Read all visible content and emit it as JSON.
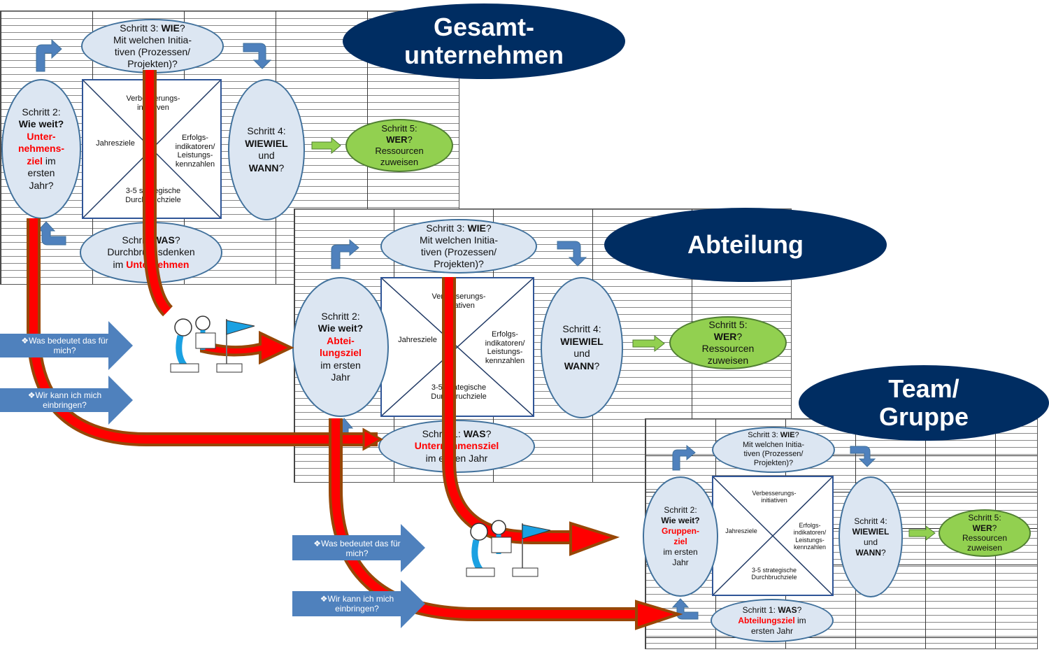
{
  "levels": [
    {
      "title_line1": "Gesamt-",
      "title_line2": "unternehmen",
      "step1": {
        "prefix": "Schritt",
        "key": "WAS",
        "suffix": "?",
        "line2": "Durchbruchsdenken",
        "line3_pre": "im ",
        "line3_red": "Unternehmen"
      },
      "step2": {
        "line1": "Schritt 2:",
        "line2": "Wie weit?",
        "red1": "Unter-",
        "red2": "nehmens-",
        "red3": "ziel",
        "after_red": " im",
        "line5": "ersten",
        "line6": "Jahr?"
      },
      "step3": {
        "line1_pre": "Schritt 3: ",
        "line1_b": "WIE",
        "line1_post": "?",
        "line2": "Mit welchen Initia-",
        "line3": "tiven (Prozessen/",
        "line4": "Projekten)?"
      },
      "step4": {
        "line1": "Schritt 4:",
        "line2": "WIEWIEL",
        "line3": "und",
        "line4_b": "WANN",
        "line4_post": "?"
      },
      "step5": {
        "line1": "Schritt 5:",
        "line2_b": "WER",
        "line2_post": "?",
        "line3": "Ressourcen",
        "line4": "zuweisen"
      },
      "matrix": {
        "top": "Verbesserungs-initiativen",
        "left": "Jahresziele",
        "right": "Erfolgs-indikatoren/ Leistungs-kennzahlen",
        "bottom": "3-5 strategische Durchbruchziele"
      }
    },
    {
      "title_line1": "Abteilung",
      "step1": {
        "prefix": "Schritt 1: ",
        "key": "WAS",
        "suffix": "?",
        "red": "Unternehmensziel",
        "line3": "im ersten Jahr"
      },
      "step2": {
        "line1": "Schritt 2:",
        "line2": "Wie weit?",
        "red1": "Abtei-",
        "red2": "lungsziel",
        "line5": "im ersten",
        "line6": "Jahr"
      },
      "step3": {
        "line1_pre": "Schritt 3: ",
        "line1_b": "WIE",
        "line1_post": "?",
        "line2": "Mit welchen Initia-",
        "line3": "tiven (Prozessen/",
        "line4": "Projekten)?"
      },
      "step4": {
        "line1": "Schritt 4:",
        "line2": "WIEWIEL",
        "line3": "und",
        "line4_b": "WANN",
        "line4_post": "?"
      },
      "step5": {
        "line1": "Schritt 5:",
        "line2_b": "WER",
        "line2_post": "?",
        "line3": "Ressourcen",
        "line4": "zuweisen"
      },
      "matrix": {
        "top": "Verbesserungs-initiativen",
        "left": "Jahresziele",
        "right": "Erfolgs-indikatoren/ Leistungs-kennzahlen",
        "bottom": "3-5 strategische Durchbruchziele"
      }
    },
    {
      "title_line1": "Team/",
      "title_line2": "Gruppe",
      "step1": {
        "prefix": "Schritt 1: ",
        "key": "WAS",
        "suffix": "?",
        "red": "Abteilungsziel",
        "after_red": " im",
        "line3": "ersten Jahr"
      },
      "step2": {
        "line1": "Schritt 2:",
        "line2": "Wie weit?",
        "red1": "Gruppen-",
        "red2": "ziel",
        "line5": "im ersten",
        "line6": "Jahr"
      },
      "step3": {
        "line1_pre": "Schritt 3: ",
        "line1_b": "WIE",
        "line1_post": "?",
        "line2": "Mit welchen Initia-",
        "line3": "tiven (Prozessen/",
        "line4": "Projekten)?"
      },
      "step4": {
        "line1": "Schritt 4:",
        "line2": "WIEWIEL",
        "line3": "und",
        "line4_b": "WANN",
        "line4_post": "?"
      },
      "step5": {
        "line1": "Schritt 5:",
        "line2_b": "WER",
        "line2_post": "?",
        "line3": "Ressourcen",
        "line4": "zuweisen"
      },
      "matrix": {
        "top": "Verbesserungs-initiativen",
        "left": "Jahresziele",
        "right": "Erfolgs-indikatoren/ Leistungs-kennzahlen",
        "bottom": "3-5 strategische Durchbruchziele"
      }
    }
  ],
  "callouts": [
    {
      "bullet": "❖",
      "text1": "Was bedeutet das für",
      "text2": "mich?"
    },
    {
      "bullet": "❖",
      "text1": "Wir kann ich mich",
      "text2": "einbringen?"
    },
    {
      "bullet": "❖",
      "text1": "Was bedeutet das für",
      "text2": "mich?"
    },
    {
      "bullet": "❖",
      "text1": "Wir kann ich mich",
      "text2": "einbringen?"
    }
  ],
  "colors": {
    "title_fill": "#002d62",
    "step_fill": "#dce6f2",
    "step5_fill": "#92d050",
    "flow_arrow": "#ff0000",
    "flow_arrow_outline": "#974706",
    "callout_arrow": "#4f81bd",
    "highlight_text": "#ff0000"
  }
}
